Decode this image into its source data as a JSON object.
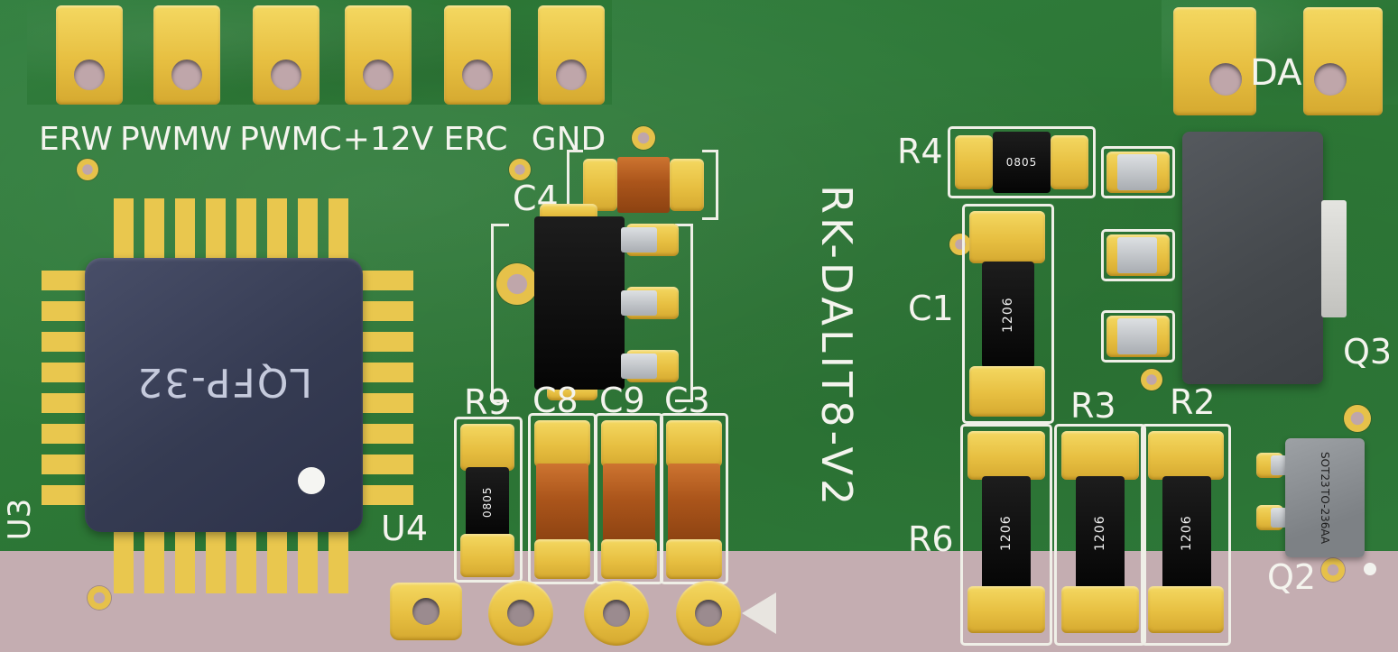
{
  "colors": {
    "background": "#c4adb1",
    "board_green": "#2f7c3a",
    "pad_gold": "#e9c74e",
    "silkscreen_white": "#f4f4ee",
    "chip_navy": "#383e54",
    "component_black": "#0b0b0b",
    "capacitor_orange": "#ab551b",
    "component_gray": "#55595d"
  },
  "silkscreen": {
    "board_title": "RK-DALIT8-V2",
    "connector_labels": [
      "ERW",
      "PWMW",
      "PWMC",
      "+12V",
      "ERC",
      "GND"
    ],
    "da_label": "DA",
    "refs": {
      "u3": "U3",
      "u4": "U4",
      "c4": "C4",
      "r9": "R9",
      "c8": "C8",
      "c9": "C9",
      "c3": "C3",
      "r4": "R4",
      "c1": "C1",
      "r3": "R3",
      "r2": "R2",
      "r6": "R6",
      "q3": "Q3",
      "q2": "Q2"
    }
  },
  "markings": {
    "u3_package": "LQFP-32",
    "r9": "0805",
    "r4": "0805",
    "c1": "1206",
    "r6": [
      "1206",
      "1206",
      "1206"
    ],
    "q2_line1": "SOT23",
    "q2_line2": "TO-236AA"
  }
}
